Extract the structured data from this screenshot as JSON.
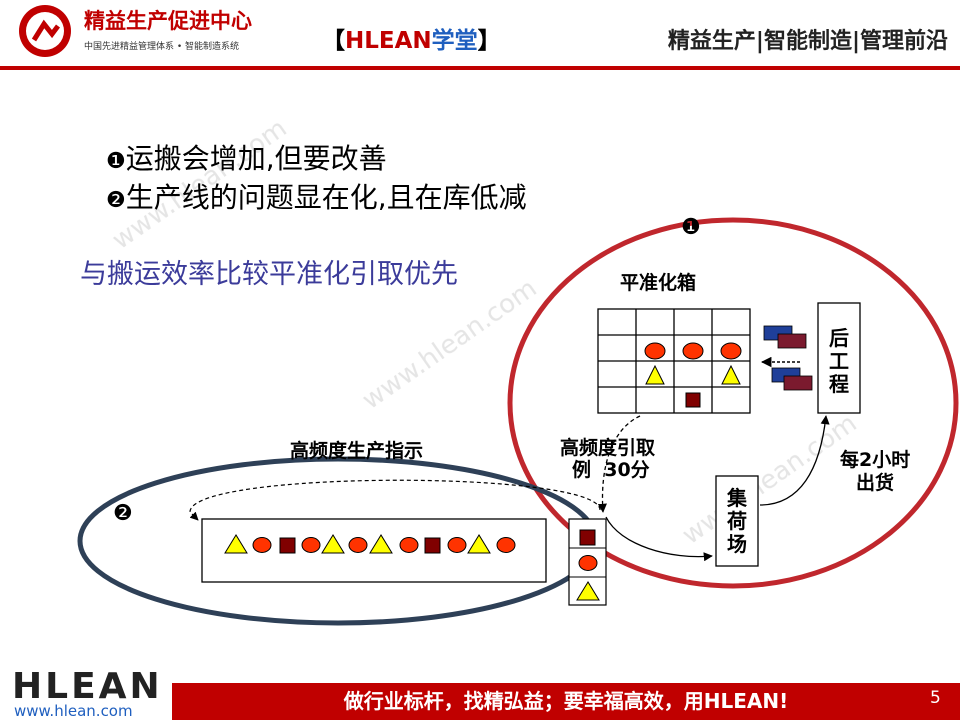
{
  "header": {
    "logo_title": "精益生产促进中心",
    "logo_subtitle": "中国先进精益管理体系 • 智能制造系统",
    "center_left": "【",
    "center_brand": "HLEAN",
    "center_brand_suffix": "学堂",
    "center_right": "】",
    "right_text": "精益生产|智能制造|管理前沿"
  },
  "content": {
    "bullet1_num": "❶",
    "bullet1": "运搬会增加,但要改善",
    "bullet2_num": "❷",
    "bullet2": "生产线的问题显在化,且在库低减",
    "subtitle": "与搬运效率比较平准化引取优先"
  },
  "diagram": {
    "circle1_num": "❶",
    "circle2_num": "❷",
    "heijunka_label": "平准化箱",
    "downstream_line1": "后",
    "downstream_line2": "工",
    "downstream_line3": "程",
    "pickup_line1": "高频度引取",
    "pickup_line2": "例  30分",
    "hf_label": "高频度生产指示",
    "staging_line1": "集",
    "staging_line2": "荷",
    "staging_line3": "场",
    "shipping_line1": "每2小时",
    "shipping_line2": "出货",
    "watermark": "www.hlean.com"
  },
  "footer": {
    "logo": "HLEAN",
    "url": "www.hlean.com",
    "slogan": "做行业标杆，找精弘益；要幸福高效，用HLEAN!",
    "page": "5"
  },
  "colors": {
    "brand_red": "#c00000",
    "circle_red": "#c0272d",
    "oval_navy": "#2e4057",
    "triangle": "#ffff00",
    "circle_mark": "#ff3300",
    "square_mark": "#800000",
    "card_blue": "#1f3f99",
    "card_maroon": "#7b1a2e"
  }
}
